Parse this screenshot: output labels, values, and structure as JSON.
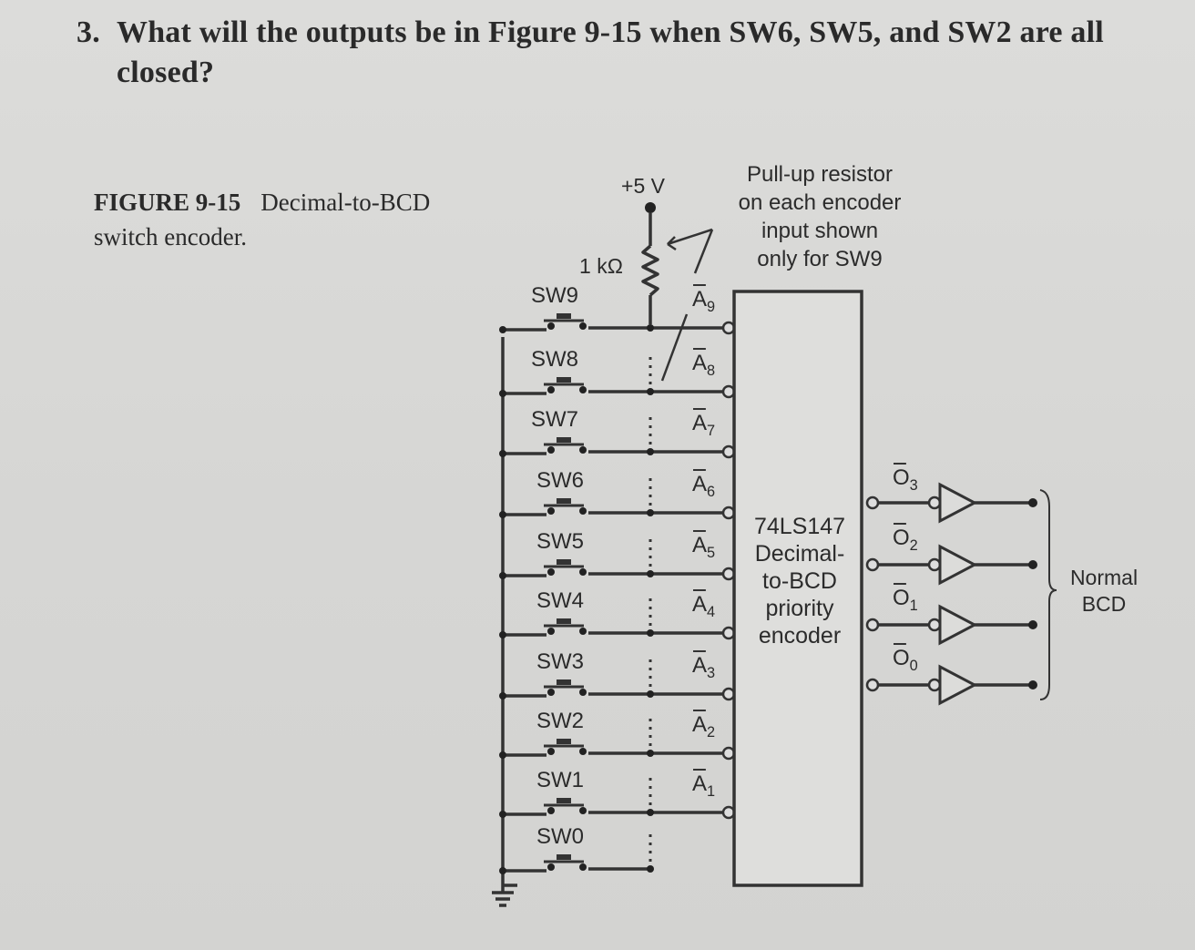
{
  "question": {
    "number": "3.",
    "text": "What will the outputs be in Figure 9-15 when SW6, SW5, and SW2 are all closed?"
  },
  "figure": {
    "label": "FIGURE 9-15",
    "caption": "Decimal-to-BCD switch encoder."
  },
  "circuit": {
    "supply": "+5 V",
    "resistor": "1 kΩ",
    "note": [
      "Pull-up resistor",
      "on each encoder",
      "input shown",
      "only for SW9"
    ],
    "switches": [
      "SW9",
      "SW8",
      "SW7",
      "SW6",
      "SW5",
      "SW4",
      "SW3",
      "SW2",
      "SW1",
      "SW0"
    ],
    "inputs": [
      "A9",
      "A8",
      "A7",
      "A6",
      "A5",
      "A4",
      "A3",
      "A2",
      "A1"
    ],
    "chip": [
      "74LS147",
      "Decimal-",
      "to-BCD",
      "priority",
      "encoder"
    ],
    "outputs": [
      "O3",
      "O2",
      "O1",
      "O0"
    ],
    "output_note": [
      "Normal",
      "BCD"
    ]
  }
}
